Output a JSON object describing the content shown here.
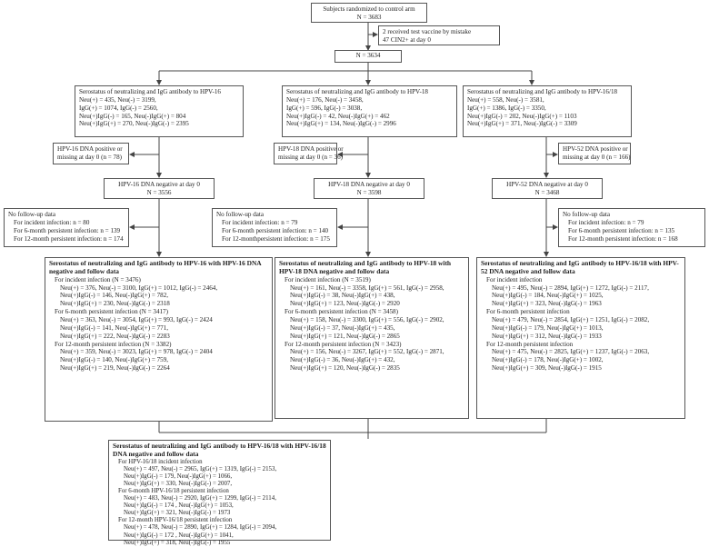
{
  "top": {
    "title": "Subjects randomized to control arm",
    "n": "N = 3683",
    "exclusion_lines": [
      "2 received test vaccine by mistake",
      "47 CIN2+ at day 0"
    ],
    "n2": "N = 3634"
  },
  "columns": [
    {
      "serostatus": [
        "Serostatus of neutralizing and IgG antibody to HPV-16",
        "Neu(+) = 435, Neu(-) = 3199,",
        "IgG(+) = 1074, IgG(-) = 2560,",
        "Neu(+)IgG(-) = 165, Neu(-)IgG(+) = 804",
        "Neu(+)IgG(+) = 270, Neu(-)IgG(-) = 2395"
      ],
      "dna_excl": [
        "HPV-16 DNA positive or",
        "missing at day 0 (n = 78)"
      ],
      "dna_neg": [
        "HPV-16 DNA negative at day 0",
        "N = 3556"
      ],
      "no_followup": [
        "No follow-up data",
        "For incident infection: n = 80",
        "For 6-month persistent infection: n = 139",
        "For 12-month persistent infection: n = 174"
      ],
      "final_title": "Serostatus of neutralizing and IgG antibody to HPV-16 with HPV-16 DNA negative and follow data",
      "final_lines": [
        {
          "t": "For incident infection (N = 3476)",
          "i": 1
        },
        {
          "t": "Neu(+) = 376, Neu(-) = 3100, IgG(+) = 1012, IgG(-) = 2464,",
          "i": 2
        },
        {
          "t": "Neu(+)IgG(-) = 146, Neu(-)IgG(+) = 782,",
          "i": 2
        },
        {
          "t": "Neu(+)IgG(+) = 230, Neu(-)IgG(-) = 2318",
          "i": 2
        },
        {
          "t": "For 6-month persistent infection (N = 3417)",
          "i": 1
        },
        {
          "t": "Neu(+) = 363, Neu(-) = 3054, IgG(+) = 993, IgG(-) = 2424",
          "i": 2
        },
        {
          "t": "Neu(+)IgG(-) = 141, Neu(-)IgG(+) = 771,",
          "i": 2
        },
        {
          "t": "Neu(+)IgG(+) = 222, Neu(-)IgG(-) = 2283",
          "i": 2
        },
        {
          "t": "For 12-month persistent infection (N = 3382)",
          "i": 1
        },
        {
          "t": "Neu(+) = 359, Neu(-) = 3023, IgG(+) = 978, IgG(-) = 2404",
          "i": 2
        },
        {
          "t": "Neu(+)IgG(-) = 140, Neu(-)IgG(+) = 759,",
          "i": 2
        },
        {
          "t": "Neu(+)IgG(+) = 219, Neu(-)IgG(-) = 2264",
          "i": 2
        }
      ]
    },
    {
      "serostatus": [
        "Serostatus of neutralizing and IgG antibody to HPV-18",
        "Neu(+) = 176, Neu(-) = 3458,",
        "IgG(+) = 596, IgG(-) = 3038,",
        "Neu(+)IgG(-) = 42, Neu(-)IgG(+) = 462",
        "Neu(+)IgG(+) = 134, Neu(-)IgG(-) = 2996"
      ],
      "dna_excl": [
        "HPV-18 DNA positive or",
        "missing at day 0 (n = 36)"
      ],
      "dna_neg": [
        "HPV-18 DNA negative at day 0",
        "N = 3598"
      ],
      "no_followup": [
        "No follow-up data",
        "For incident infection: n = 79",
        "For 6-month persistent infection: n = 140",
        "For 12-monthpersistent infection: n = 175"
      ],
      "final_title": "Serostatus of neutralizing and IgG antibody to HPV-18 with HPV-18 DNA negative and follow data",
      "final_lines": [
        {
          "t": "For incident infection (N = 3519)",
          "i": 1
        },
        {
          "t": "Neu(+) = 161, Neu(-) = 3358, IgG(+) = 561, IgG(-) = 2958,",
          "i": 2
        },
        {
          "t": "Neu(+)IgG(-) = 38, Neu(-)IgG(+) = 438,",
          "i": 2
        },
        {
          "t": "Neu(+)IgG(+) = 123, Neu(-)IgG(-) = 2920",
          "i": 2
        },
        {
          "t": "For 6-month persistent infection (N = 3458)",
          "i": 1
        },
        {
          "t": "Neu(+) = 158, Neu(-) = 3300, IgG(+) = 556, IgG(-) = 2902,",
          "i": 2
        },
        {
          "t": "Neu(+)IgG(-) = 37, Neu(-)IgG(+) = 435,",
          "i": 2
        },
        {
          "t": "Neu(+)IgG(+) = 121, Neu(-)IgG(-) = 2865",
          "i": 2
        },
        {
          "t": "For 12-month persistent infection (N = 3423)",
          "i": 1
        },
        {
          "t": "Neu(+) = 156, Neu(-) = 3267, IgG(+) = 552, IgG(-) = 2871,",
          "i": 2
        },
        {
          "t": "Neu(+)IgG(-) = 36, Neu(-)IgG(+) = 432,",
          "i": 2
        },
        {
          "t": "Neu(+)IgG(+) = 120, Neu(-)IgG(-) = 2835",
          "i": 2
        }
      ]
    },
    {
      "serostatus": [
        "Serostatus of neutralizing and IgG antibody to HPV-16/18",
        "Neu(+) = 558, Neu(-) = 3581,",
        "IgG(+) = 1386, IgG(-) = 3350,",
        "Neu(+)IgG(-) = 202, Neu(-)IgG(+) = 1103",
        "Neu(+)IgG(+) = 371, Neu(-)IgG(-) = 3309"
      ],
      "dna_excl": [
        "HPV-52 DNA positive or",
        "missing at day 0 (n = 166)"
      ],
      "dna_neg": [
        "HPV-52 DNA negative at day 0",
        "N = 3468"
      ],
      "no_followup": [
        "No follow-up data",
        "For incident infection: n = 79",
        "For 6-month persistent infection: n = 135",
        "For 12-month persistent infection: n = 168"
      ],
      "final_title": "Serostatus of neutralizing and IgG antibody to HPV-16/18 with HPV-52 DNA negative and follow data",
      "final_lines": [
        {
          "t": "For incident infection",
          "i": 1
        },
        {
          "t": "Neu(+) = 495, Neu(-) = 2894, IgG(+) = 1272, IgG(-) = 2117,",
          "i": 2
        },
        {
          "t": "Neu(+)IgG(-) = 184, Neu(-)IgG(+) = 1025,",
          "i": 2
        },
        {
          "t": "Neu(+)IgG(+) = 323, Neu(-)IgG(-) = 1963",
          "i": 2
        },
        {
          "t": "For 6-month persistent infection",
          "i": 1
        },
        {
          "t": "Neu(+) = 479, Neu(-) = 2854, IgG(+) = 1251, IgG(-) = 2082,",
          "i": 2
        },
        {
          "t": "Neu(+)IgG(-) = 179, Neu(-)IgG(+) = 1013,",
          "i": 2
        },
        {
          "t": "Neu(+)IgG(+) = 312, Neu(-)IgG(-) = 1933",
          "i": 2
        },
        {
          "t": "For 12-month persistent infection",
          "i": 1
        },
        {
          "t": "Neu(+) = 475, Neu(-) = 2825, IgG(+) = 1237, IgG(-) = 2063,",
          "i": 2
        },
        {
          "t": "Neu(+)IgG(-) = 178, Neu(-)IgG(+) = 1002,",
          "i": 2
        },
        {
          "t": "Neu(+)IgG(+) = 309, Neu(-)IgG(-) = 1915",
          "i": 2
        }
      ]
    }
  ],
  "bottom": {
    "title": "Serostatus of neutralizing and IgG antibody to HPV-16/18 with HPV-16/18 DNA negative and follow data",
    "lines": [
      {
        "t": "For HPV-16/18 incident infection",
        "i": 1
      },
      {
        "t": "Neu(+) = 497, Neu(-) = 2965, IgG(+) = 1319, IgG(-) = 2153,",
        "i": 2
      },
      {
        "t": "Neu(+)IgG(-) = 179, Neu(-)IgG(+) = 1066,",
        "i": 2
      },
      {
        "t": "Neu(+)IgG(+) = 330, Neu(-)IgG(-) = 2007,",
        "i": 2
      },
      {
        "t": "For 6-month HPV-16/18 persistent infection",
        "i": 1
      },
      {
        "t": "Neu(+) = 483, Neu(-) = 2920, IgG(+) = 1299, IgG(-) = 2114,",
        "i": 2
      },
      {
        "t": "Neu(+)IgG(-) = 174 , Neu(-)IgG(+) = 1053,",
        "i": 2
      },
      {
        "t": "Neu(+)IgG(+) = 321, Neu(-)IgG(-) = 1973",
        "i": 2
      },
      {
        "t": "For 12-month HPV-16/18 persistent infection",
        "i": 1
      },
      {
        "t": "Neu(+) = 478, Neu(-) = 2890, IgG(+) = 1284, IgG(-) = 2094,",
        "i": 2
      },
      {
        "t": "Neu(+)IgG(-) = 172 , Neu(-)IgG(+) = 1041,",
        "i": 2
      },
      {
        "t": "Neu(+)IgG(+) = 318, Neu(-)IgG(-) = 1955",
        "i": 2
      }
    ]
  }
}
